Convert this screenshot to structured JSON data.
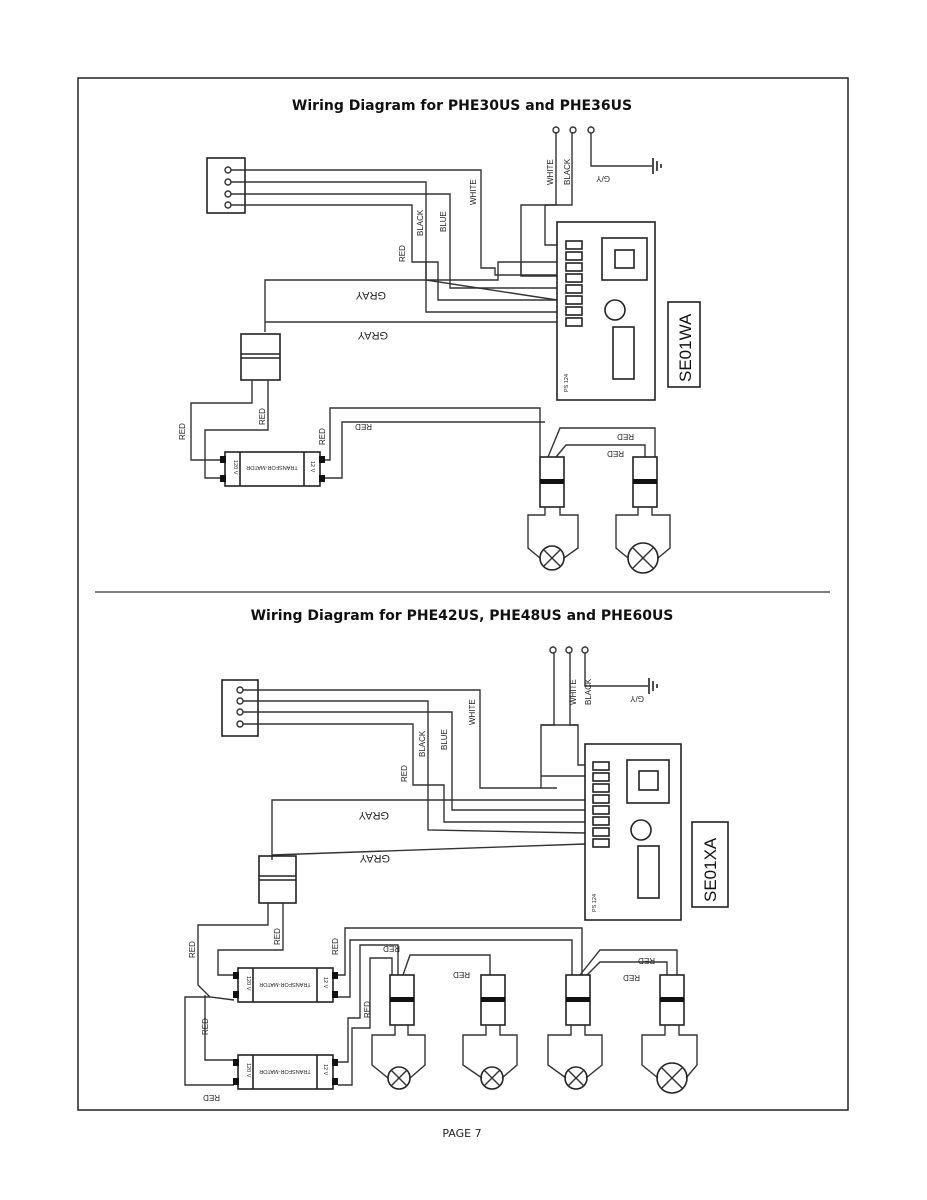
{
  "diagram_top": {
    "title": "Wiring Diagram for PHE30US and PHE36US",
    "model": "SE01WA",
    "board_label": "PS 124",
    "wires": {
      "white": "WHITE",
      "black": "BLACK",
      "red": "RED",
      "blue": "BLUE",
      "gray": "GRAY",
      "ground": "G/Y"
    },
    "transformer": {
      "name": "TRANSFOR-MATOR",
      "input": "120 V",
      "output": "12 V"
    }
  },
  "diagram_bottom": {
    "title": "Wiring Diagram for PHE42US, PHE48US and PHE60US",
    "model": "SE01XA",
    "board_label": "PS 124",
    "wires": {
      "white": "WHITE",
      "black": "BLACK",
      "red": "RED",
      "blue": "BLUE",
      "gray": "GRAY",
      "ground": "G/Y"
    },
    "transformer": {
      "name": "TRANSFOR-MATOR",
      "input": "120 V",
      "output": "12 V"
    }
  },
  "footer": {
    "page": "PAGE 7"
  }
}
